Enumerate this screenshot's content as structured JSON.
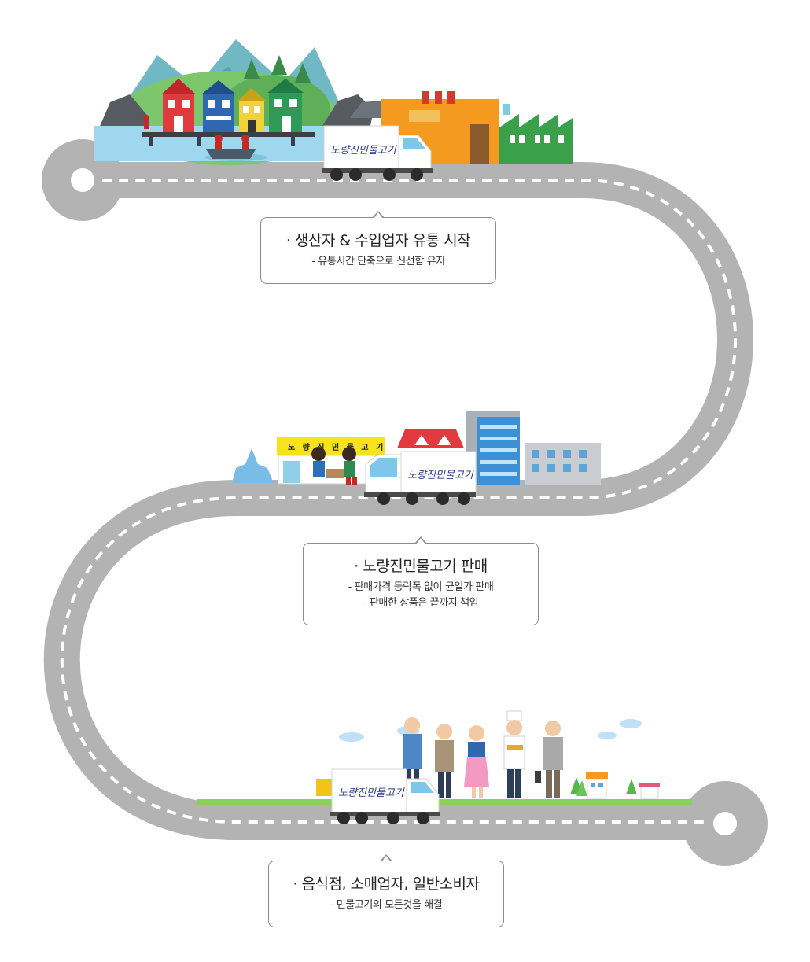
{
  "steps": [
    {
      "title": "· 생산자 & 수입업자 유통 시작",
      "details": [
        "- 유통시간 단축으로 신선함 유지"
      ]
    },
    {
      "title": "· 노량진민물고기 판매",
      "details": [
        "- 판매가격 등락폭 없이 균일가 판매",
        "- 판매한 상품은 끝까지 책임"
      ]
    },
    {
      "title": "· 음식점, 소매업자, 일반소비자",
      "details": [
        "- 민물고기의 모든것을 해결"
      ]
    }
  ],
  "truck_logo": "노량진민물고기",
  "shop_sign": "노 량 진 민 물 고 기",
  "colors": {
    "road": "#b3b3b3",
    "road_line": "#ffffff",
    "bubble_border": "#8c8c8c"
  }
}
